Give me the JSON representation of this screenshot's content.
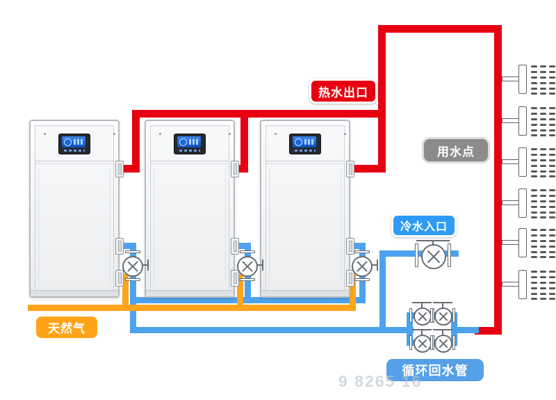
{
  "diagram": {
    "labels": {
      "hot_water_outlet": "热水出口",
      "water_use_point": "用水点",
      "cold_water_inlet": "冷水入口",
      "natural_gas": "天然气",
      "circulation_return": "循环回水管"
    },
    "watermark": "9 8265 16",
    "colors": {
      "hot_water_pipe": "#e60012",
      "cold_water_pipe": "#4da2ef",
      "gas_pipe": "#ffa41b",
      "hot_badge": "#e60012",
      "cold_badge": "#2f9bf5",
      "gas_badge": "#ffa418",
      "water_point_badge": "#8b8b8b",
      "circulation_badge": "#55a0e8"
    }
  }
}
